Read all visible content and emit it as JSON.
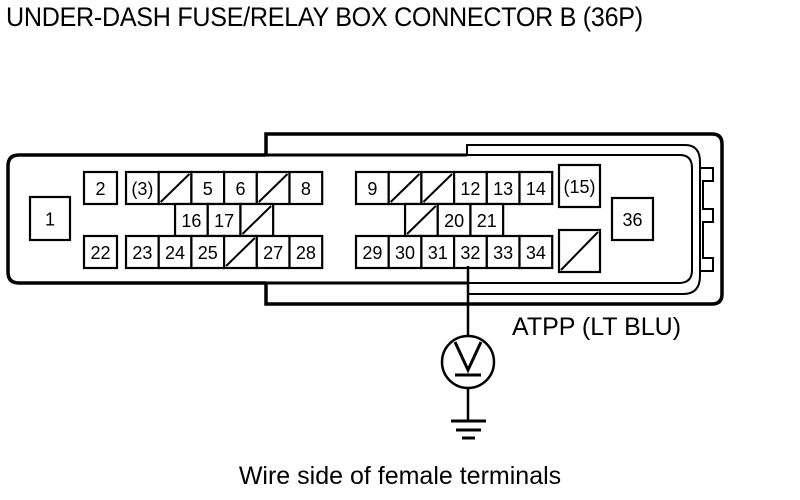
{
  "title": "UNDER-DASH FUSE/RELAY BOX CONNECTOR B (36P)",
  "caption": "Wire side of female terminals",
  "wire": {
    "label": "ATPP (LT BLU)",
    "terminal": "32",
    "symbol": "voltmeter-icon",
    "ground": "ground-icon"
  },
  "cavities": [
    {
      "id": "1",
      "label": "1",
      "empty": false
    },
    {
      "id": "2",
      "label": "2",
      "empty": false
    },
    {
      "id": "3",
      "label": "(3)",
      "empty": false
    },
    {
      "id": "4",
      "label": "",
      "empty": true
    },
    {
      "id": "5",
      "label": "5",
      "empty": false
    },
    {
      "id": "6",
      "label": "6",
      "empty": false
    },
    {
      "id": "7",
      "label": "",
      "empty": true
    },
    {
      "id": "8",
      "label": "8",
      "empty": false
    },
    {
      "id": "9",
      "label": "9",
      "empty": false
    },
    {
      "id": "10",
      "label": "",
      "empty": true
    },
    {
      "id": "11",
      "label": "",
      "empty": true
    },
    {
      "id": "12",
      "label": "12",
      "empty": false
    },
    {
      "id": "13",
      "label": "13",
      "empty": false
    },
    {
      "id": "14",
      "label": "14",
      "empty": false
    },
    {
      "id": "15",
      "label": "(15)",
      "empty": false
    },
    {
      "id": "16",
      "label": "16",
      "empty": false
    },
    {
      "id": "17",
      "label": "17",
      "empty": false
    },
    {
      "id": "18",
      "label": "",
      "empty": true
    },
    {
      "id": "19",
      "label": "",
      "empty": true
    },
    {
      "id": "20",
      "label": "20",
      "empty": false
    },
    {
      "id": "21",
      "label": "21",
      "empty": false
    },
    {
      "id": "22",
      "label": "22",
      "empty": false
    },
    {
      "id": "23",
      "label": "23",
      "empty": false
    },
    {
      "id": "24",
      "label": "24",
      "empty": false
    },
    {
      "id": "25",
      "label": "25",
      "empty": false
    },
    {
      "id": "26",
      "label": "",
      "empty": true
    },
    {
      "id": "27",
      "label": "27",
      "empty": false
    },
    {
      "id": "28",
      "label": "28",
      "empty": false
    },
    {
      "id": "29",
      "label": "29",
      "empty": false
    },
    {
      "id": "30",
      "label": "30",
      "empty": false
    },
    {
      "id": "31",
      "label": "31",
      "empty": false
    },
    {
      "id": "32",
      "label": "32",
      "empty": false
    },
    {
      "id": "33",
      "label": "33",
      "empty": false
    },
    {
      "id": "34",
      "label": "34",
      "empty": false
    },
    {
      "id": "35",
      "label": "",
      "empty": true
    },
    {
      "id": "36",
      "label": "36",
      "empty": false
    }
  ]
}
